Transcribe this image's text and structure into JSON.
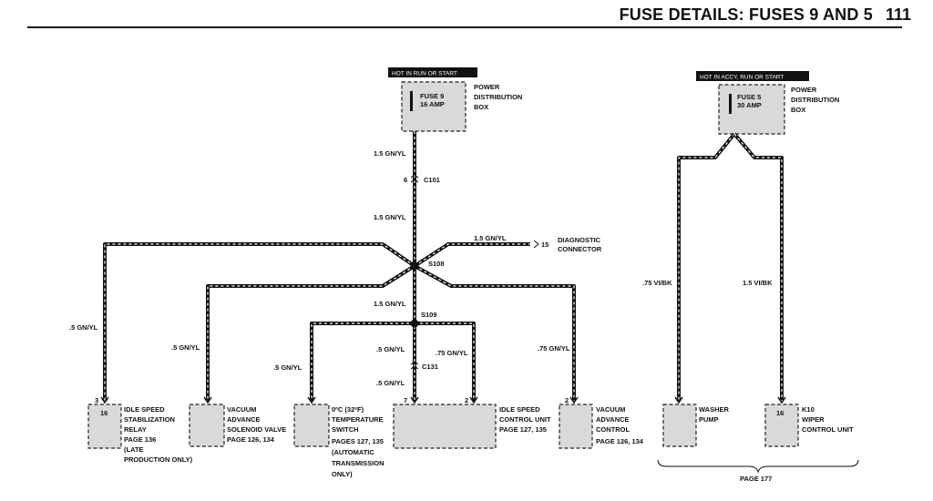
{
  "header": {
    "title": "FUSE DETAILS: FUSES 9 AND 5",
    "page_number": "111"
  },
  "left_circuit": {
    "hot_label": "HOT IN RUN OR START",
    "fuse_name": "FUSE 9",
    "fuse_rating": "16 AMP",
    "distribution_box": [
      "POWER",
      "DISTRIBUTION",
      "BOX"
    ],
    "wire_main_1": "1.5 GN/YL",
    "connector_c101_pin": "6",
    "connector_c101": "C101",
    "wire_main_2": "1.5 GN/YL",
    "splice_s108": "S108",
    "diag_wire": "1.5 GN/YL",
    "diag_pin": "15",
    "diag_label": [
      "DIAGNOSTIC",
      "CONNECTOR"
    ],
    "wire_main_3": "1.5 GN/YL",
    "splice_s109": "S109",
    "wire_idle_relay": ".5 GN/YL",
    "wire_vacuum_solenoid": ".5 GN/YL",
    "wire_temp_switch": ".5 GN/YL",
    "wire_idle_ecu_a": ".5 GN/YL",
    "wire_idle_ecu_b": ".75 GN/YL",
    "connector_c131": "C131",
    "wire_idle_ecu_c": ".5 GN/YL",
    "wire_vacuum_control": ".75 GN/YL"
  },
  "components": {
    "idle_relay": {
      "pin": "3",
      "inner": "16",
      "label": [
        "IDLE SPEED",
        "STABILIZATION",
        "RELAY"
      ],
      "extra": [
        "PAGE 136",
        "(LATE",
        "PRODUCTION ONLY)"
      ]
    },
    "vacuum_solenoid": {
      "label": [
        "VACUUM",
        "ADVANCE",
        "SOLENOID VALVE"
      ],
      "extra": [
        "PAGE 126, 134"
      ]
    },
    "temp_switch": {
      "label": [
        "0ºC (32ºF)",
        "TEMPERATURE",
        "SWITCH"
      ],
      "extra": [
        "PAGES 127, 135",
        "(AUTOMATIC",
        "TRANSMISSION",
        "ONLY)"
      ]
    },
    "idle_ecu": {
      "pin_a": "7",
      "pin_b": "2",
      "label": [
        "IDLE SPEED",
        "CONTROL UNIT"
      ],
      "extra": [
        "PAGE 127, 135"
      ]
    },
    "vacuum_control": {
      "pin": "2",
      "label": [
        "VACUUM",
        "ADVANCE",
        "CONTROL"
      ],
      "extra": [
        "PAGE 126, 134"
      ]
    },
    "washer_pump": {
      "label": [
        "WASHER",
        "PUMP"
      ]
    },
    "wiper_control": {
      "inner": "16",
      "label": [
        "K10",
        "WIPER",
        "CONTROL UNIT"
      ]
    }
  },
  "right_circuit": {
    "hot_label": "HOT IN ACCY, RUN OR START",
    "fuse_name": "FUSE 5",
    "fuse_rating": "30 AMP",
    "distribution_box": [
      "POWER",
      "DISTRIBUTION",
      "BOX"
    ],
    "wire_washer": ".75 VI/BK",
    "wire_wiper": "1.5 VI/BK",
    "bracket_page": "PAGE 177"
  }
}
